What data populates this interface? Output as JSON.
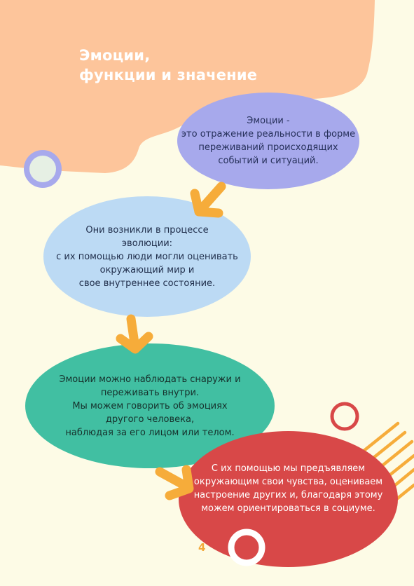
{
  "title": {
    "line1": "Эмоции,",
    "line2": "функции и значение"
  },
  "bubbles": [
    {
      "text": "Эмоции -\nэто отражение реальности в форме\nпереживаний происходящих\nсобытий и ситуаций."
    },
    {
      "text": "Они возникли в процессе\nэволюции:\nс их помощью люди могли оценивать\nокружающий мир и\nсвое внутреннее состояние."
    },
    {
      "text": "Эмоции можно наблюдать снаружи и\nпереживать внутри.\nМы можем говорить об эмоциях\nдругого человека,\nнаблюдая за его лицом или телом."
    },
    {
      "text": "С их помощью мы предъявляем\nокружающим свои чувства, оцениваем\nнастроение других и, благодаря этому\nможем ориентироваться в социуме."
    }
  ],
  "page_number": "4",
  "colors": {
    "background": "#fdfbe6",
    "peach_blob": "#fdc59b",
    "lavender": "#a7a9ec",
    "light_blue": "#bcdaf4",
    "teal": "#41bfa2",
    "red": "#d84848",
    "orange_arrow": "#f6ac3a",
    "accent_circle_ring": "#a7a9ec",
    "accent_circle_fill": "#e6f0e4"
  },
  "icons": [
    "arrow-down-left-icon",
    "arrow-down-icon",
    "arrow-down-right-icon",
    "ring-circle-icon",
    "diagonal-stripes-icon"
  ]
}
